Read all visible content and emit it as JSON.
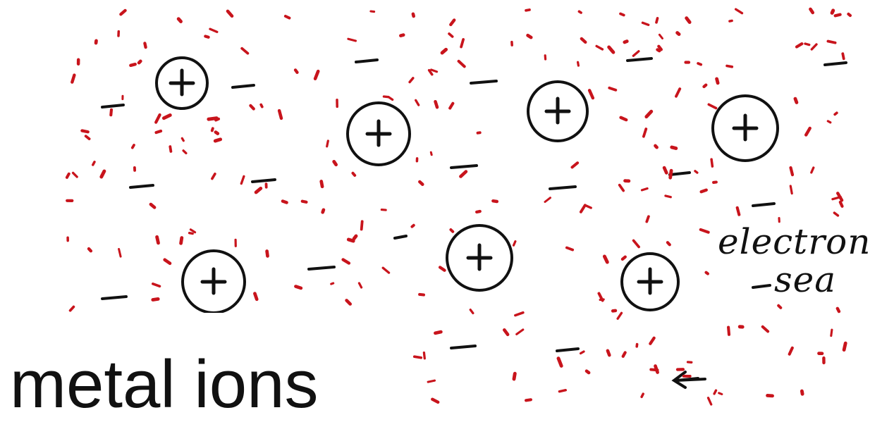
{
  "diagram": {
    "ion_symbol": "+",
    "electron_symbol": "–",
    "ion_count": 7,
    "label_electron": "electron",
    "label_sea": "sea",
    "caption": "metal ions"
  },
  "colors": {
    "ink": "#111111",
    "electron_dots": "#c8141c",
    "background": "#ffffff"
  }
}
